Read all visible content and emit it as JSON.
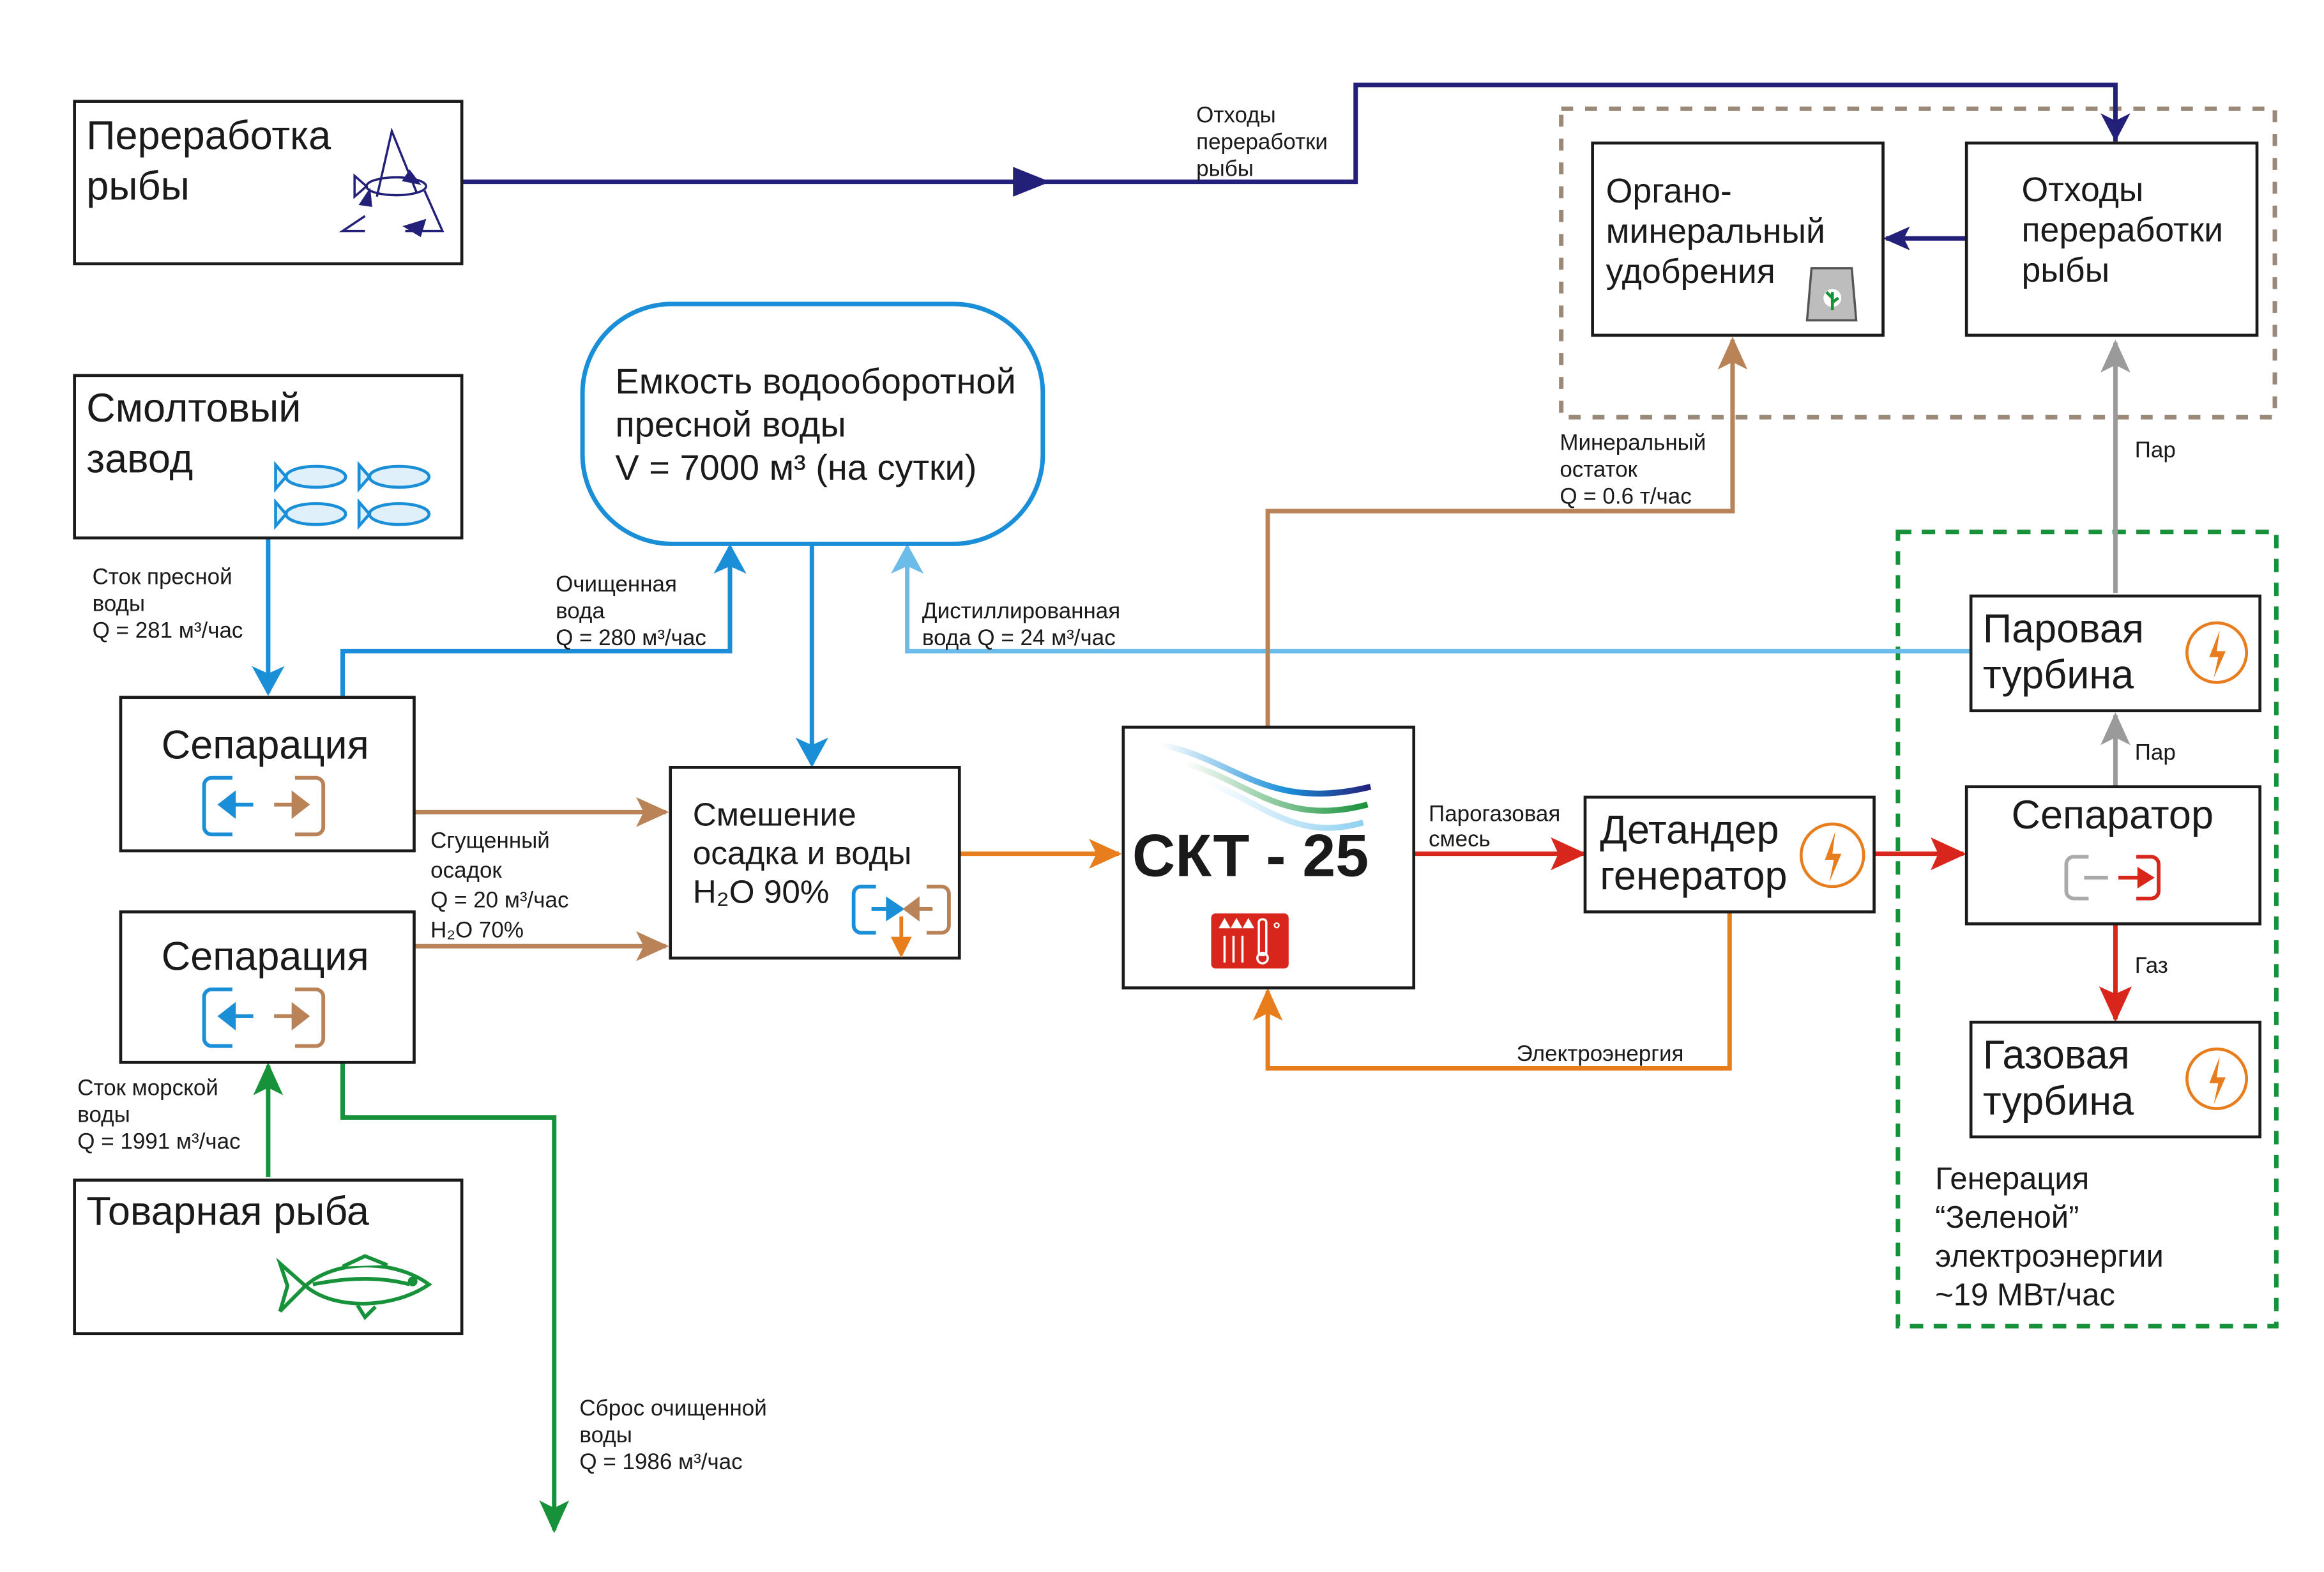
{
  "colors": {
    "navy": "#23207a",
    "blue": "#1a8fd8",
    "light_blue": "#6cbce9",
    "brown": "#b98257",
    "orange": "#e87d1e",
    "red": "#d9261c",
    "gray": "#9a9a9a",
    "green": "#17923a",
    "dashed_brown": "#9a8878"
  },
  "nodes": {
    "fish_processing": {
      "lines": [
        "Переработка",
        "рыбы"
      ],
      "icon": "fish-recycle-icon"
    },
    "smolt_plant": {
      "lines": [
        "Смолтовый",
        "завод"
      ],
      "icon": "fish-school-icon"
    },
    "tank": {
      "lines": [
        "Емкость водооборотной",
        "пресной воды",
        "V = 7000 м³ (на сутки)"
      ]
    },
    "separation_1": {
      "label": "Сепарация",
      "icon": "separation-icon"
    },
    "separation_2": {
      "label": "Сепарация",
      "icon": "separation-icon"
    },
    "mixing": {
      "lines": [
        "Смешение",
        "осадка и воды",
        "H₂O 90%"
      ],
      "icon": "mixing-icon"
    },
    "skt": {
      "label": "СКТ - 25",
      "icon": "heat-thermometer-icon"
    },
    "expander": {
      "lines": [
        "Детандер",
        "генератор"
      ],
      "icon": "lightning-icon"
    },
    "fertilizer": {
      "lines": [
        "Органо-",
        "минеральный",
        "удобрения"
      ],
      "icon": "fertilizer-bag-icon"
    },
    "fish_waste": {
      "lines": [
        "Отходы",
        "переработки",
        "рыбы"
      ]
    },
    "steam_turbine": {
      "lines": [
        "Паровая",
        "турбина"
      ],
      "icon": "lightning-icon"
    },
    "separator": {
      "label": "Сепаратор",
      "icon": "separator-icon"
    },
    "gas_turbine": {
      "lines": [
        "Газовая",
        "турбина"
      ],
      "icon": "lightning-icon"
    },
    "commercial_fish": {
      "label": "Товарная рыба",
      "icon": "fish-icon"
    },
    "green_energy": {
      "lines": [
        "Генерация",
        "“Зеленой”",
        "электроэнергии",
        "~19 МВт/час"
      ]
    }
  },
  "flows": {
    "waste_to_fertilizer": [
      "Отходы",
      "переработки",
      "рыбы"
    ],
    "fresh_runoff": [
      "Сток пресной",
      "воды",
      "Q = 281 м³/час"
    ],
    "purified_water": [
      "Очищенная",
      "вода",
      "Q = 280 м³/час"
    ],
    "distilled_water": [
      "Дистиллированная",
      "вода Q = 24 м³/час"
    ],
    "sludge": [
      "Сгущенный",
      "осадок",
      "Q = 20 м³/час",
      "H₂O  70%"
    ],
    "sea_runoff": [
      "Сток морской",
      "воды",
      "Q = 1991 м³/час"
    ],
    "discharge": [
      "Сброс очищенной",
      "воды",
      "Q = 1986 м³/час"
    ],
    "mineral_residue": [
      "Минеральный",
      "остаток",
      "Q = 0.6 т/час"
    ],
    "steam_gas_mix": [
      "Парогазовая",
      "смесь"
    ],
    "electricity": "Электроэнергия",
    "steam_1": "Пар",
    "steam_2": "Пар",
    "gas": "Газ"
  }
}
